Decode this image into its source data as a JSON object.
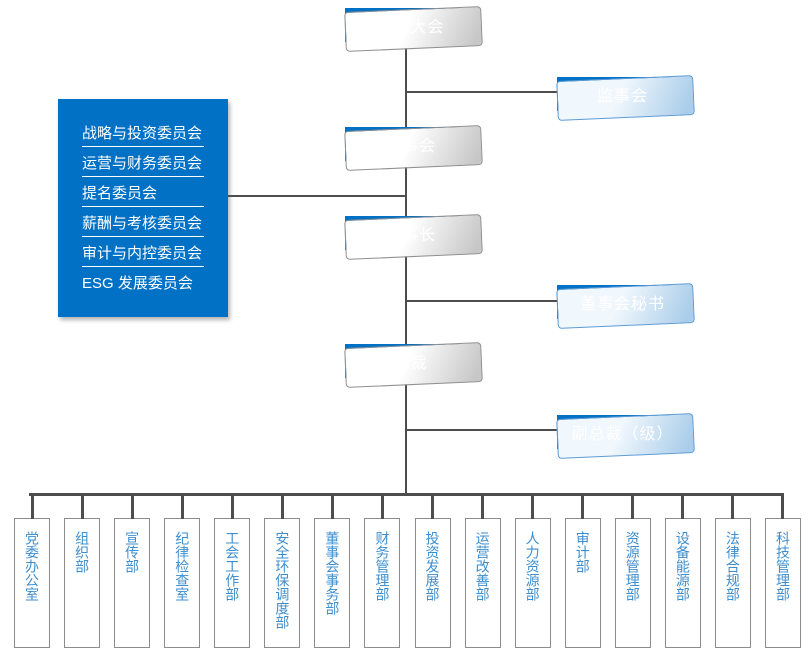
{
  "colors": {
    "node_blue": "#0071C5",
    "line_gray": "#4D4D4D",
    "dept_text": "#3E8ECD",
    "dept_border": "#8C8C8C",
    "shadow_gray_border": "#8F8F8F",
    "shadow_blue_border": "#5B9BD5"
  },
  "hierarchy": {
    "shareholders": "股东大会",
    "supervisory_board": "监事会",
    "board_of_directors": "董事会",
    "chairman": "董事长",
    "board_secretary": "董事会秘书",
    "president": "总裁",
    "vice_presidents": "副总裁（级）"
  },
  "committees": [
    "战略与投资委员会",
    "运营与财务委员会",
    "提名委员会",
    "薪酬与考核委员会",
    "审计与内控委员会",
    "ESG 发展委员会"
  ],
  "departments": [
    "党委办公室",
    "组织部",
    "宣传部",
    "纪律检查室",
    "工会工作部",
    "安全环保调度部",
    "董事会事务部",
    "财务管理部",
    "投资发展部",
    "运营改善部",
    "人力资源部",
    "审计部",
    "资源管理部",
    "设备能源部",
    "法律合规部",
    "科技管理部"
  ]
}
